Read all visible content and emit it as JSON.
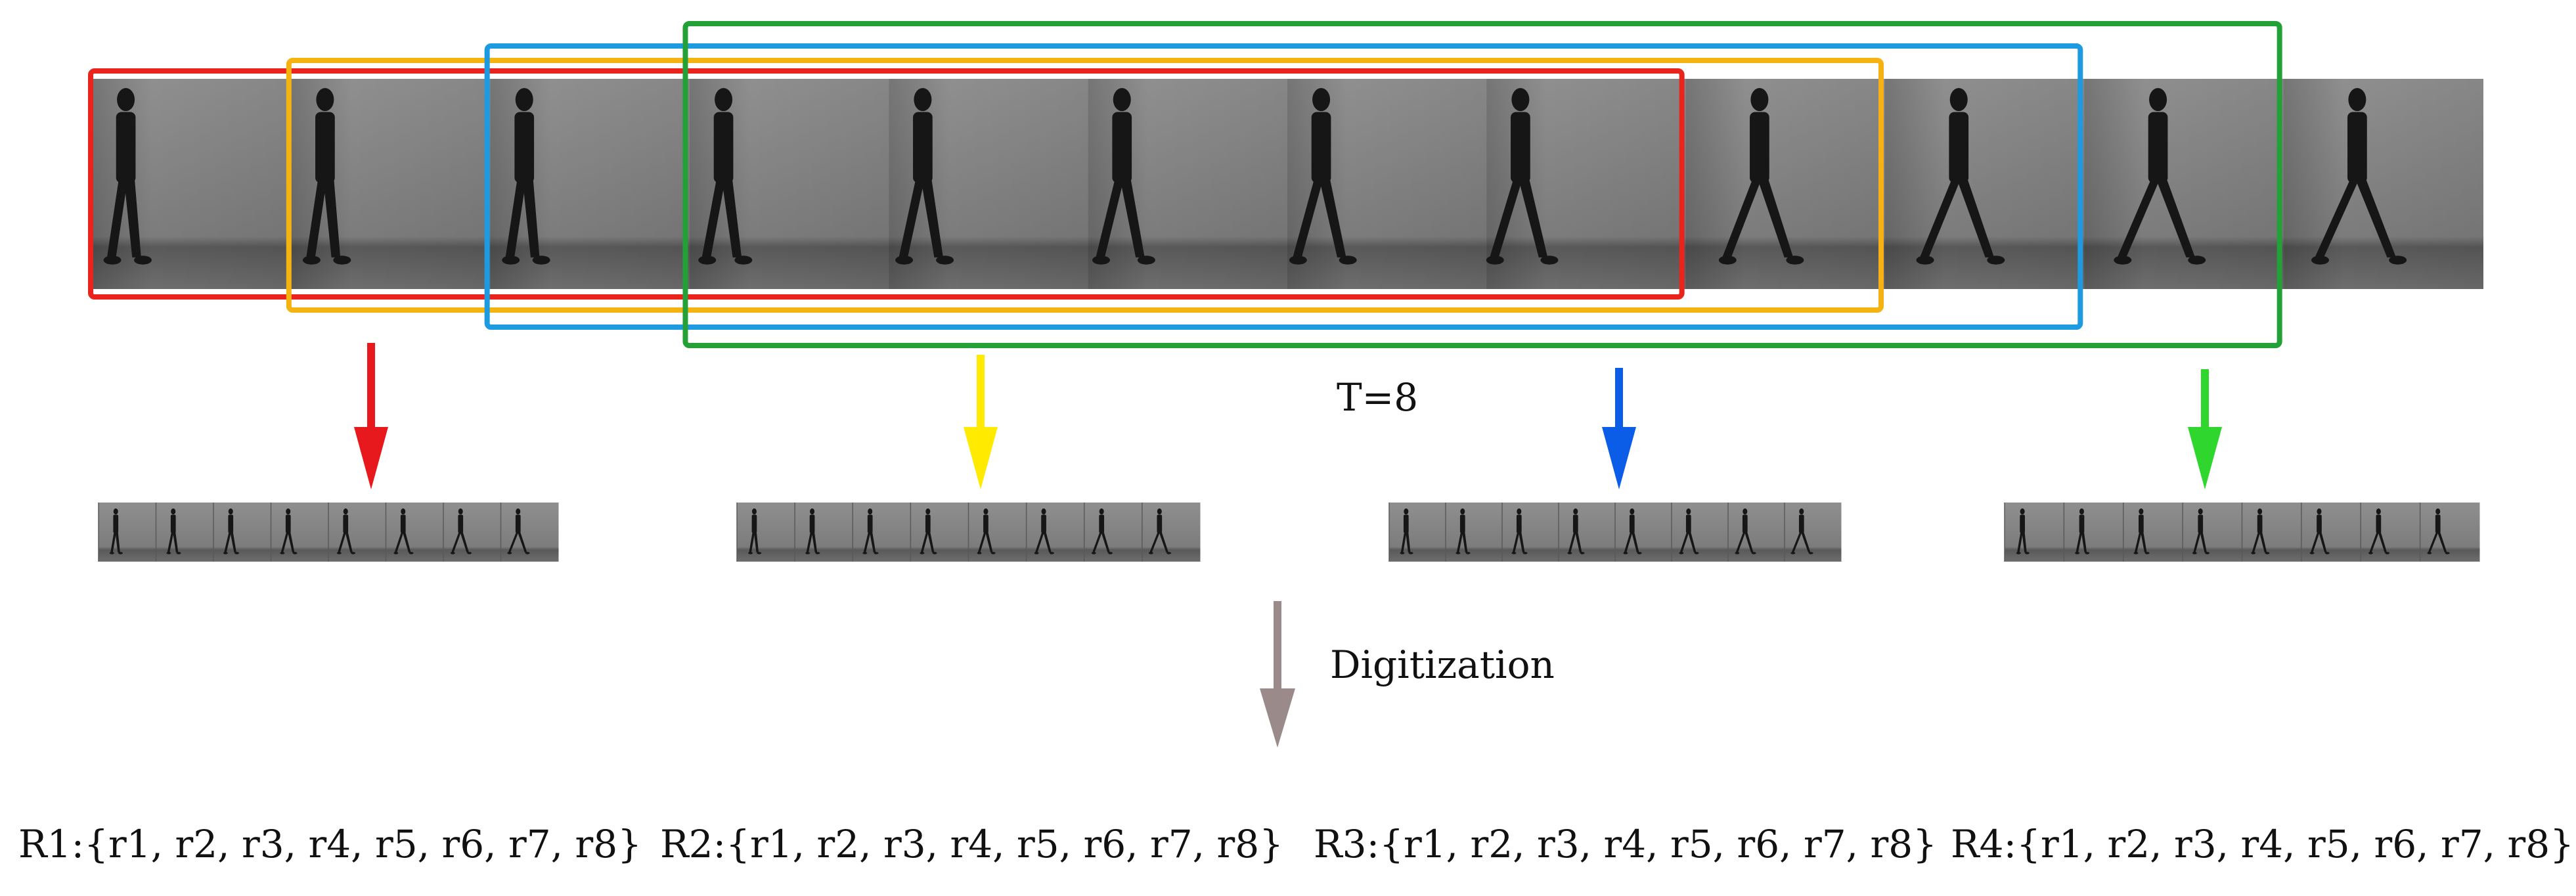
{
  "window_label": "T=8",
  "process_label": "Digitization",
  "colors": {
    "window_1": "#e8241c",
    "window_2": "#f5b312",
    "window_3": "#1e9be0",
    "window_4": "#23a036",
    "arrow_1": "#e8191c",
    "arrow_2": "#ffea00",
    "arrow_3": "#0b5de8",
    "arrow_4": "#2ed62e",
    "digitization_arrow": "#9a8a8a"
  },
  "frame_count": 12,
  "frames_per_window": 8,
  "sequences": [
    {
      "name": "R1",
      "items": "{r1, r2, r3, r4, r5, r6, r7, r8}"
    },
    {
      "name": "R2",
      "items": "{r1, r2, r3, r4, r5, r6, r7, r8}"
    },
    {
      "name": "R3",
      "items": "{r1, r2, r3, r4, r5, r6, r7, r8}"
    },
    {
      "name": "R4",
      "items": "{r1, r2, r3, r4, r5, r6, r7, r8}"
    }
  ]
}
